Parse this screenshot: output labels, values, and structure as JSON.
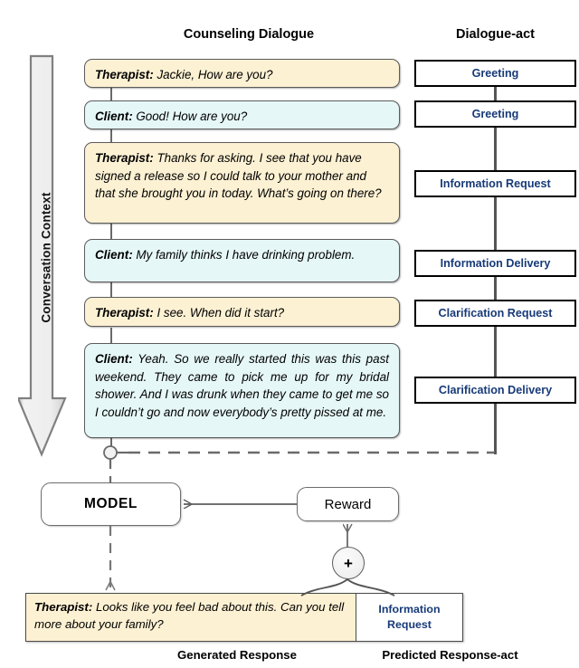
{
  "headers": {
    "dialogue_column": "Counseling Dialogue",
    "act_column": "Dialogue-act"
  },
  "context_arrow": {
    "label": "Conversation Context"
  },
  "dialogue": [
    {
      "speaker": "Therapist:",
      "text": " Jackie, How are you?",
      "role": "therapist"
    },
    {
      "speaker": "Client:",
      "text": " Good! How are you?",
      "role": "client"
    },
    {
      "speaker": "Therapist:",
      "text": " Thanks for asking. I see that you have signed a release so I could talk to your mother and that she brought you in today. What’s going on there?",
      "role": "therapist"
    },
    {
      "speaker": "Client:",
      "text": " My family thinks I have drinking problem.",
      "role": "client"
    },
    {
      "speaker": "Therapist:",
      "text": " I see. When did it start?",
      "role": "therapist"
    },
    {
      "speaker": "Client:",
      "text": " Yeah. So we really started this was this past weekend. They came to pick me up for my bridal shower. And I was drunk when they came to get me so I couldn’t go and now everybody’s pretty pissed at me.",
      "role": "client"
    }
  ],
  "dialogue_acts": [
    "Greeting",
    "Greeting",
    "Information Request",
    "Information Delivery",
    "Clarification Request",
    "Clarification Delivery"
  ],
  "model": {
    "label": "MODEL"
  },
  "reward": {
    "label": "Reward"
  },
  "plus_node": {
    "symbol": "+"
  },
  "response": {
    "speaker": "Therapist:",
    "text": " Looks like you feel bad about this. Can you tell more about your family?",
    "predicted_act_line1": "Information",
    "predicted_act_line2": "Request"
  },
  "footers": {
    "generated": "Generated Response",
    "predicted": "Predicted Response-act"
  },
  "colors": {
    "therapist_bubble": "#fdf1d3",
    "client_bubble": "#e6f7f7",
    "act_text": "#173a78",
    "connector": "#6a6a6a"
  }
}
